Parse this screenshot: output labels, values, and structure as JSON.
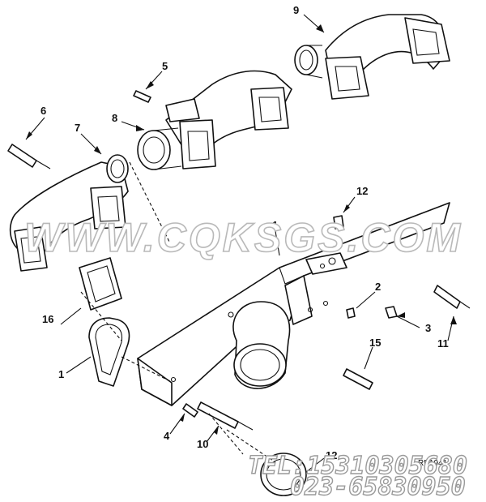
{
  "watermark": "WWW.CQKSGS.COM",
  "contact": {
    "phone": "TEL:15310305680",
    "alt": "023-65830950"
  },
  "drawing_code": "RB1941",
  "callouts": {
    "c1_left": "1",
    "c1_top": "1",
    "c2": "2",
    "c3": "3",
    "c4": "4",
    "c5": "5",
    "c6": "6",
    "c7": "7",
    "c8": "8",
    "c9": "9",
    "c10": "10",
    "c11": "11",
    "c12_top": "12",
    "c12_bottom": "12",
    "c15": "15",
    "c16": "16"
  }
}
